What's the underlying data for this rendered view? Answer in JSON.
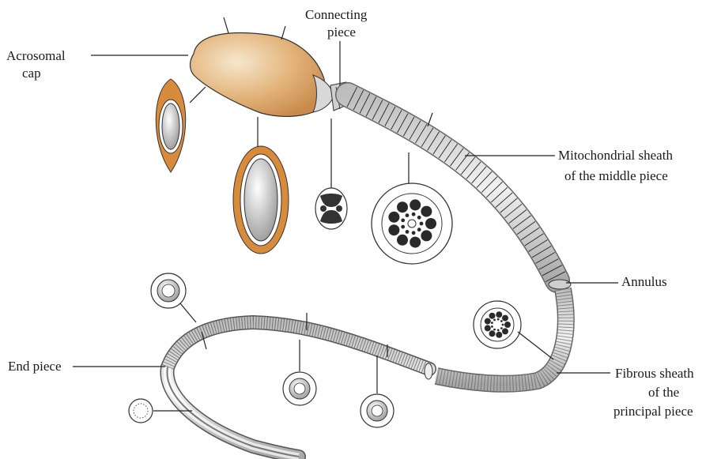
{
  "labels": {
    "acrosomal_cap": [
      "Acrosomal",
      "cap"
    ],
    "connecting_piece": [
      "Connecting",
      "piece"
    ],
    "mitochondrial_sheath": [
      "Mitochondrial sheath",
      "of the middle piece"
    ],
    "annulus": "Annulus",
    "end_piece": "End piece",
    "fibrous_sheath": [
      "Fibrous sheath",
      "of the",
      "principal piece"
    ]
  },
  "colors": {
    "head_fill": "#e3b47c",
    "head_shadow": "#c98a4b",
    "section_ring": "#d98b3c",
    "ink": "#222222",
    "tail_fill": "#e6e6e6",
    "background": "#ffffff"
  }
}
